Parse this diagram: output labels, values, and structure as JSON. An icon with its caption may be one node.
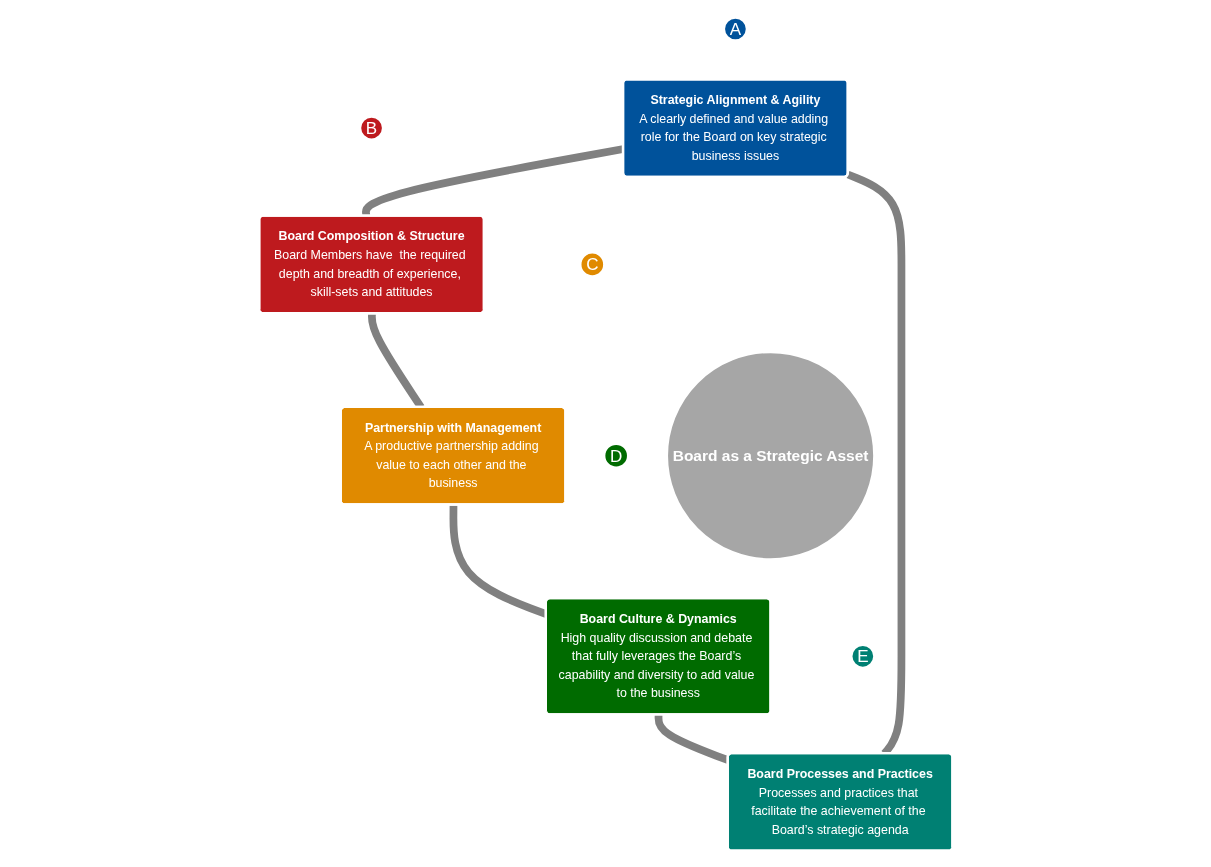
{
  "diagram": {
    "nodes": [
      {
        "text": [
          "A"
        ]
      },
      {
        "text": [
          "Strategic Alignment & Agility",
          "A clearly defined and value adding role for the Board on key strategic business issues"
        ]
      },
      {
        "text": [
          "E"
        ]
      },
      {
        "text": [
          "Board Processes and Practices",
          "Processes and practices that facilitate the achievement of the Board’s strategic agenda"
        ]
      },
      {
        "text": [
          "Board as a Strategic Asset"
        ]
      },
      {
        "text": [
          "B"
        ]
      },
      {
        "text": [
          "Board Composition & Structure",
          "Board Members have  the required depth and breadth of experience, skill-sets and attitudes"
        ]
      },
      {
        "text": [
          "D"
        ]
      },
      {
        "text": [
          "Board Culture & Dynamics",
          "High quality discussion and debate that fully leverages the Board’s capability and diversity to add value to the business"
        ]
      },
      {
        "text": [
          "C"
        ]
      },
      {
        "text": [
          "Partnership with Management",
          "A productive partnership adding value to each other and the business"
        ]
      }
    ],
    "edges": [
      {
        "from": 1,
        "to": 6,
        "arrow": "none"
      },
      {
        "from": 6,
        "to": 10,
        "arrow": "none"
      },
      {
        "from": 10,
        "to": 8,
        "arrow": "none"
      },
      {
        "from": 8,
        "to": 3,
        "arrow": "none"
      },
      {
        "from": 3,
        "to": 1,
        "arrow": "none"
      }
    ]
  }
}
